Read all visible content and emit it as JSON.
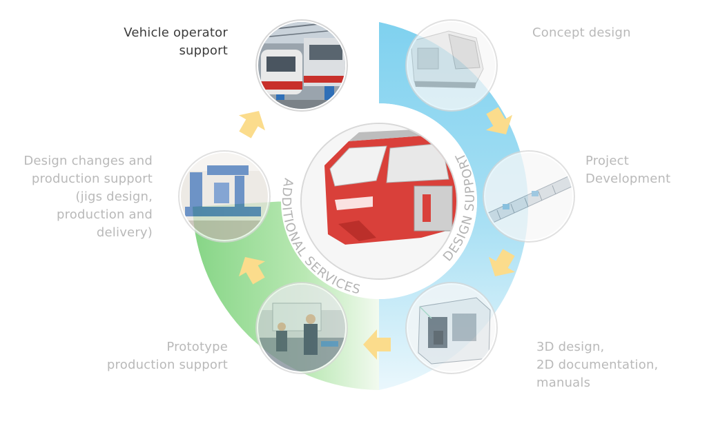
{
  "diagram": {
    "center_ring": {
      "left_label": "ADDITIONAL SERVICES",
      "right_label": "DESIGN SUPPORT"
    },
    "steps": [
      {
        "id": "concept",
        "label": "Concept design"
      },
      {
        "id": "project",
        "label": "Project\nDevelopment"
      },
      {
        "id": "design3d",
        "label": "3D design,\n2D documentation,\nmanuals"
      },
      {
        "id": "prototype",
        "label": "Prototype\nproduction support"
      },
      {
        "id": "design_changes",
        "label": "Design changes and\nproduction support\n(jigs design,\nproduction and\ndelivery)"
      },
      {
        "id": "vehicle",
        "label": "Vehicle operator\nsupport"
      }
    ],
    "colors": {
      "design_arc_top": "#7fd1ef",
      "design_arc_bottom": "#e4f5fb",
      "services_arc_left": "#8ed88e",
      "services_arc_right": "#f1f9ee",
      "arrow": "#fbdc8c",
      "label_muted": "#b9b9b9",
      "label_active": "#3b3b3b",
      "tram_red": "#d9403a"
    },
    "icons": [
      "tram-depot-photo",
      "tram-nose-render",
      "bogie-frame-render",
      "car-body-section-render",
      "assembly-hall-photo",
      "welding-jigs-photo",
      "red-tram-render",
      "flow-arrow"
    ]
  }
}
